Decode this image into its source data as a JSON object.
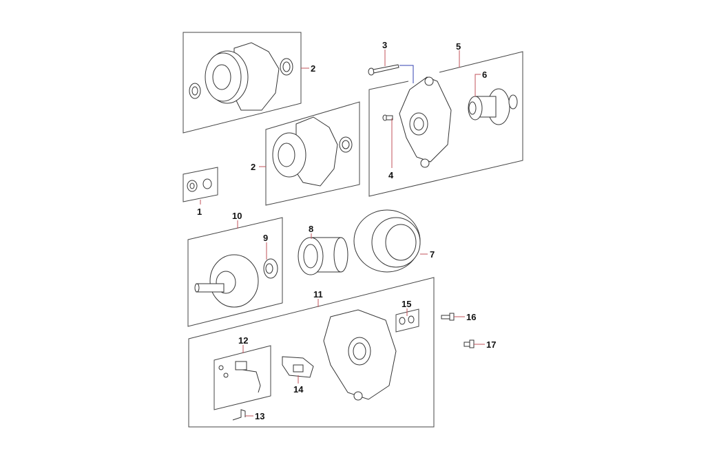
{
  "diagram": {
    "title": "Alternator exploded parts diagram",
    "callouts": [
      "1",
      "2",
      "2",
      "3",
      "4",
      "5",
      "6",
      "7",
      "8",
      "9",
      "10",
      "11",
      "12",
      "13",
      "14",
      "15",
      "16",
      "17"
    ],
    "colors": {
      "leader": "#c0505a",
      "linkline": "#3040b0",
      "outline": "#333333"
    }
  }
}
